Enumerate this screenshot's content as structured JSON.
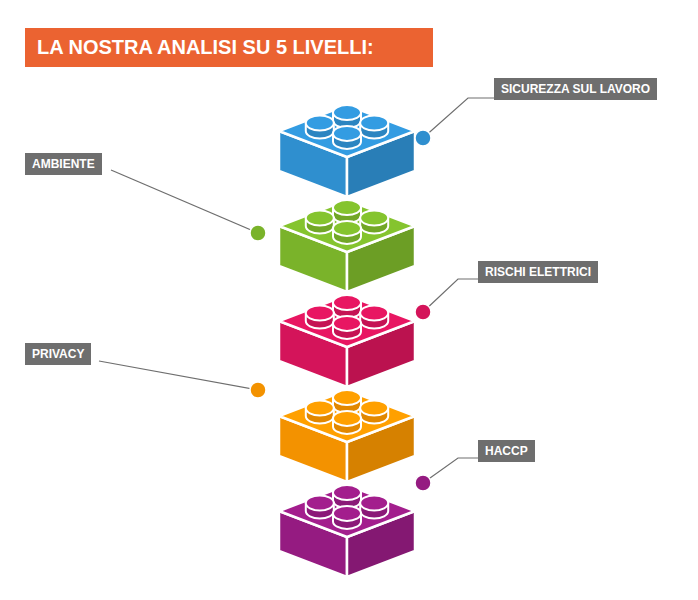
{
  "diagram": {
    "title": "LA NOSTRA ANALISI SU 5 LIVELLI:",
    "nodes": [
      {
        "text": [
          "SICUREZZA SUL LAVORO"
        ]
      },
      {
        "text": [
          "AMBIENTE"
        ]
      },
      {
        "text": [
          "RISCHI ELETTRICI"
        ]
      },
      {
        "text": [
          "PRIVACY"
        ]
      },
      {
        "text": [
          "HACCP"
        ]
      }
    ]
  }
}
